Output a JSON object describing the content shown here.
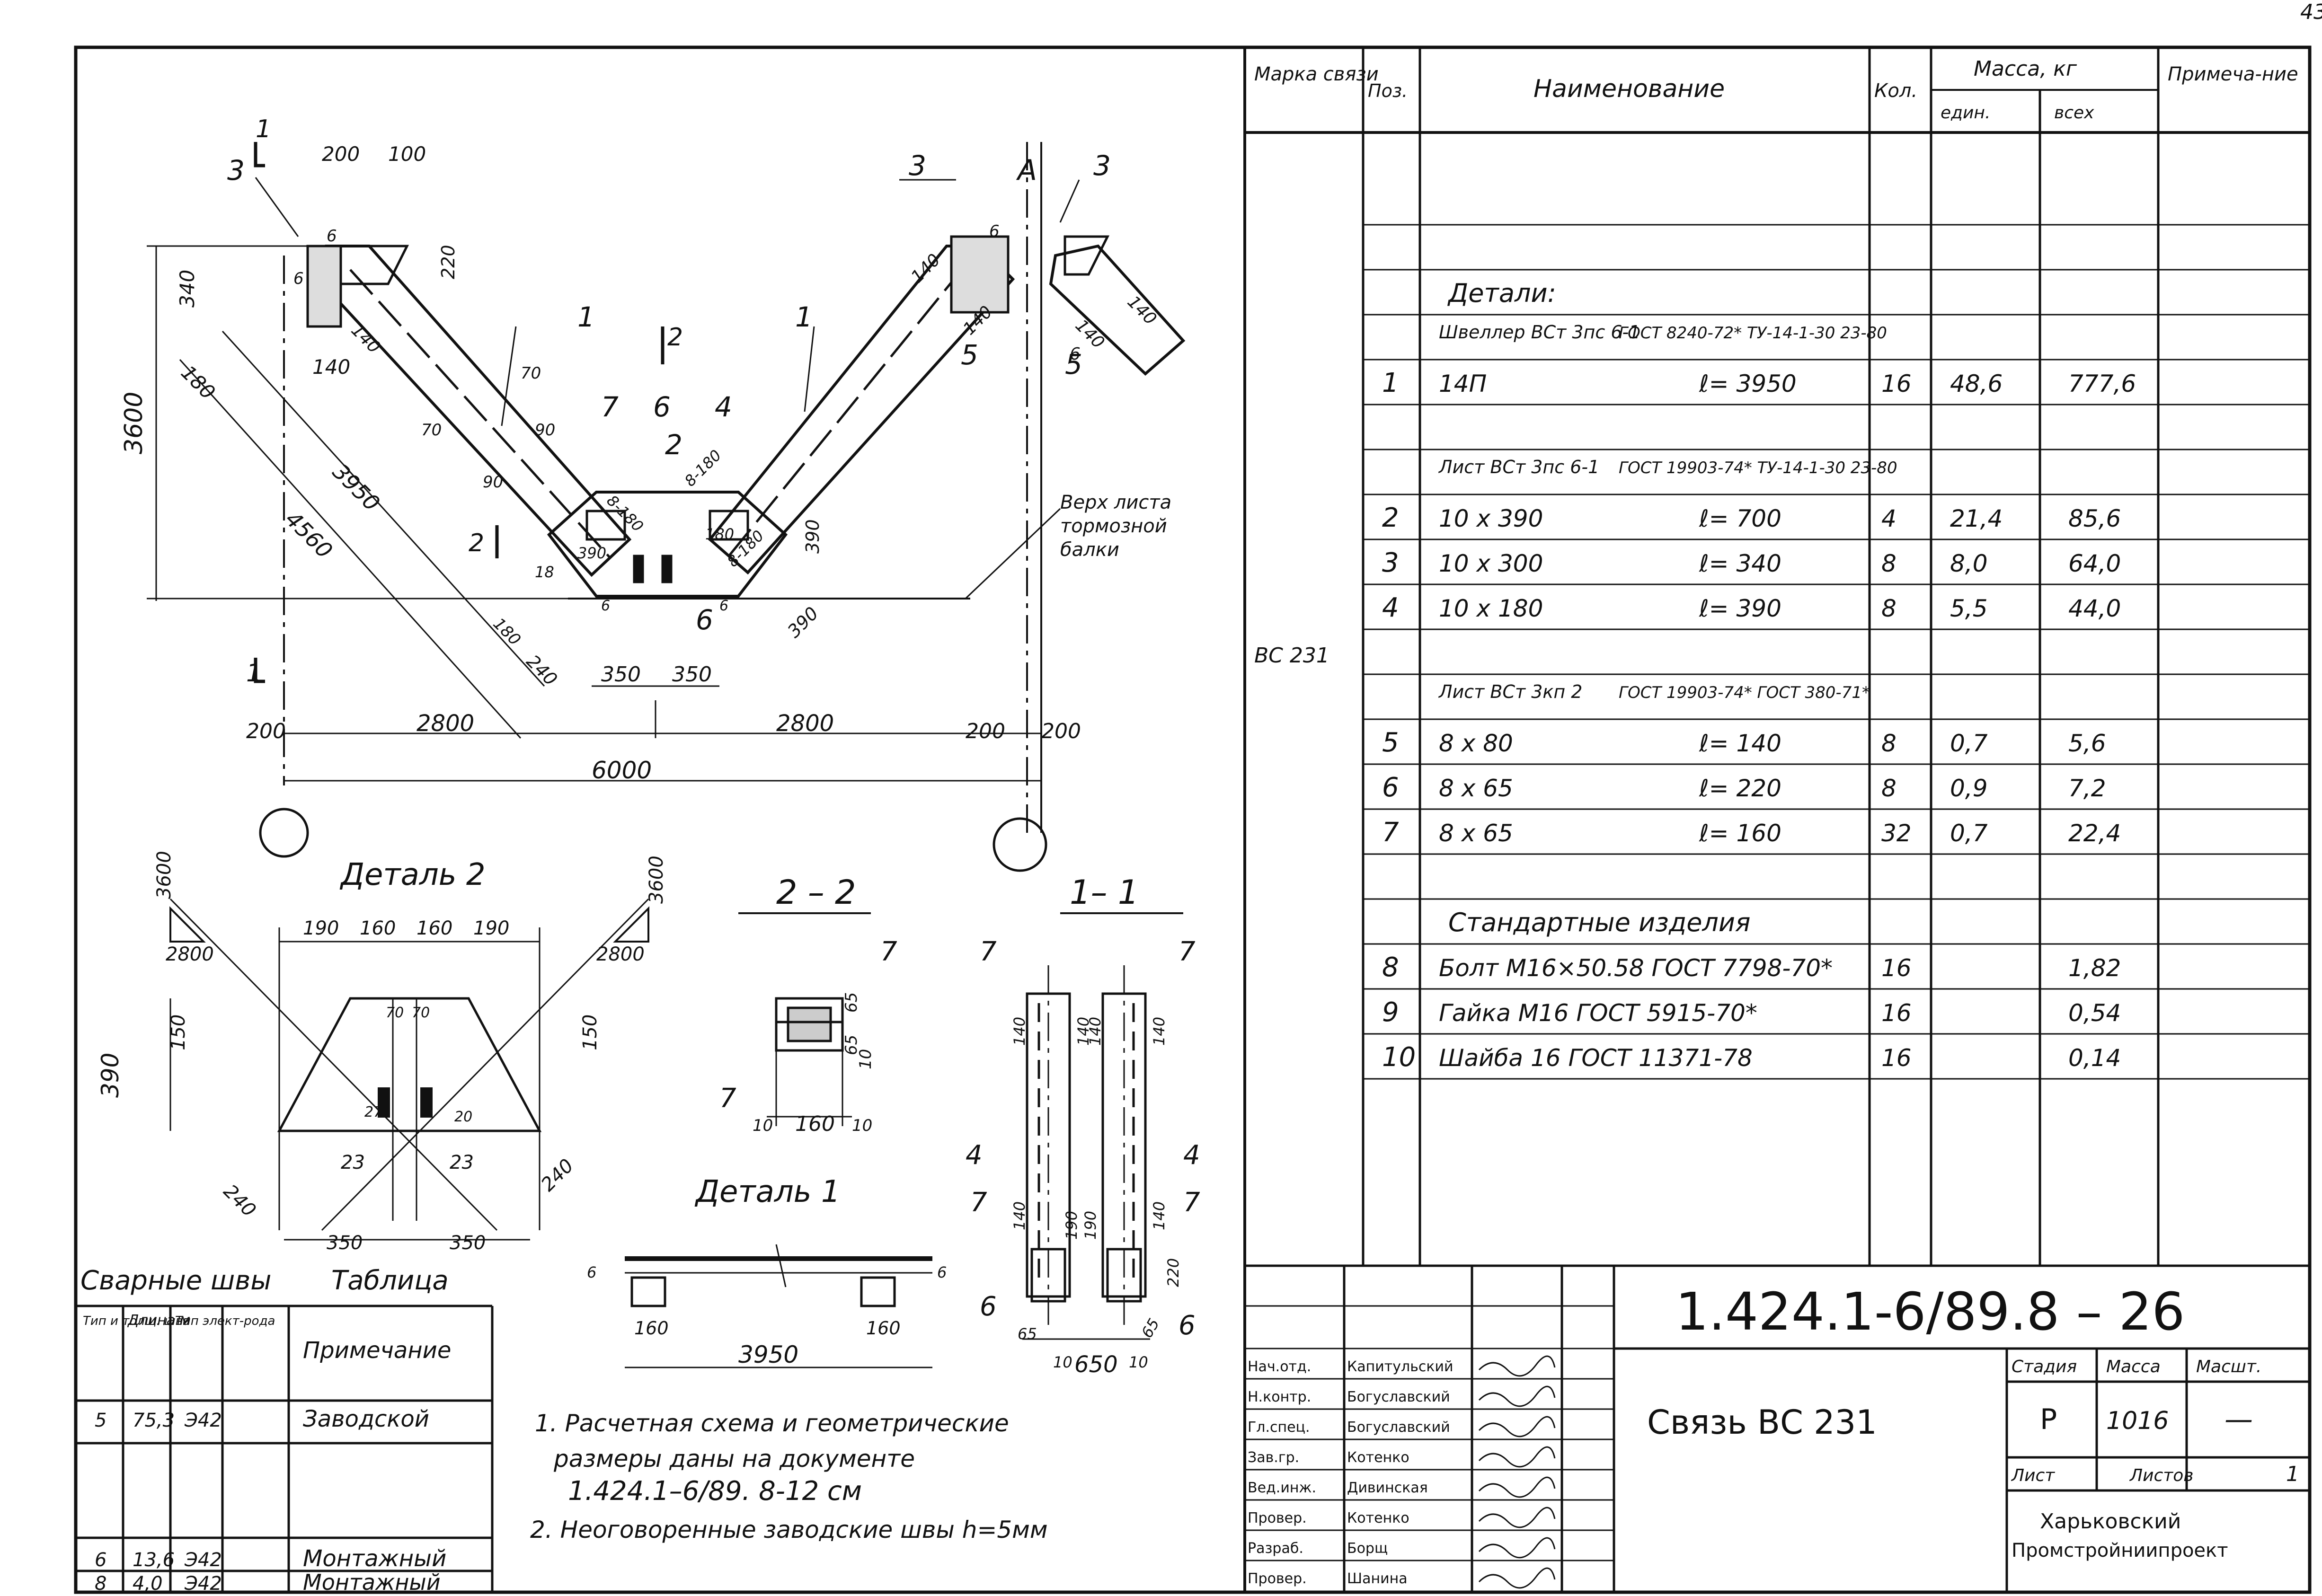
{
  "page_number": "43",
  "drawing": {
    "section_marks": [
      "1",
      "1",
      "2",
      "2",
      "A"
    ],
    "pos_labels": [
      "3",
      "3",
      "3",
      "1",
      "1",
      "2",
      "4",
      "5",
      "5",
      "6",
      "6",
      "7"
    ],
    "dims_top": [
      "200",
      "100",
      "340",
      "220",
      "180",
      "140",
      "140",
      "140",
      "140",
      "140",
      "140",
      "6",
      "6",
      "6",
      "6"
    ],
    "dims_diag": [
      "3600",
      "3950",
      "4560",
      "90",
      "70",
      "70",
      "90",
      "8-180",
      "8-180",
      "8-180",
      "18",
      "390",
      "390",
      "390",
      "240",
      "180",
      "350",
      "350",
      "180",
      "6",
      "6"
    ],
    "dims_bottom": [
      "200",
      "2800",
      "2800",
      "200",
      "200",
      "6000"
    ],
    "note_beam": [
      "Верх листа",
      "тормозной",
      "балки"
    ]
  },
  "detail2": {
    "title": "Деталь 2",
    "dims": [
      "3600",
      "2800",
      "3600",
      "2800",
      "190",
      "160",
      "160",
      "190",
      "150",
      "150",
      "390",
      "70",
      "70",
      "27",
      "20",
      "23",
      "23",
      "240",
      "240",
      "350",
      "350"
    ]
  },
  "section22": {
    "title": "2 – 2",
    "labels": [
      "7",
      "7"
    ],
    "dims": [
      "65",
      "65",
      "10",
      "160",
      "10",
      "10"
    ]
  },
  "section11": {
    "title": "1– 1",
    "labels": [
      "7",
      "7",
      "4",
      "4",
      "7",
      "7",
      "6",
      "6"
    ],
    "dims": [
      "140",
      "140",
      "140",
      "140",
      "140",
      "190",
      "190",
      "140",
      "220",
      "65",
      "65",
      "10",
      "650",
      "10"
    ]
  },
  "detail1": {
    "title": "Деталь 1",
    "dims": [
      "6",
      "6",
      "160",
      "160",
      "3950"
    ]
  },
  "welds": {
    "title": "Сварные швы",
    "table_label": "Таблица",
    "headers": [
      "Тип и толщ. шва",
      "Длина м",
      "Тип элект-рода",
      "Примечание"
    ],
    "rows": [
      {
        "type": "5",
        "length": "75,3",
        "electrode": "Э42",
        "note": "Заводской"
      },
      {
        "type": "6",
        "length": "13,6",
        "electrode": "Э42",
        "note": "Монтажный"
      },
      {
        "type": "8",
        "length": "4,0",
        "electrode": "Э42",
        "note": "Монтажный"
      }
    ]
  },
  "notes": [
    "1. Расчетная схема и геометрические",
    "размеры даны на документе",
    "1.424.1–6/89. 8-12 см",
    "2. Неоговоренные заводские швы h=5мм"
  ],
  "spec": {
    "headers": {
      "mark": "Марка связи",
      "pos": "Поз.",
      "name": "Наименование",
      "qty": "Кол.",
      "mass": "Масса, кг",
      "unit": "един.",
      "total": "всех",
      "note": "Примеча-ние"
    },
    "mark_value": "ВС 231",
    "rows": [
      {
        "pos": "",
        "name": "",
        "qty": "",
        "unit": "",
        "total": ""
      },
      {
        "pos": "",
        "name": "",
        "qty": "",
        "unit": "",
        "total": ""
      },
      {
        "pos": "",
        "name": "Детали:",
        "qty": "",
        "unit": "",
        "total": "",
        "kind": "section"
      },
      {
        "pos": "",
        "name": "Швеллер ВСт 3пс 6-1",
        "gost": "ГОСТ 8240-72* ТУ-14-1-30 23-80",
        "kind": "material"
      },
      {
        "pos": "1",
        "name": "14П",
        "len": "ℓ= 3950",
        "qty": "16",
        "unit": "48,6",
        "total": "777,6"
      },
      {
        "pos": "",
        "name": "",
        "qty": "",
        "unit": "",
        "total": ""
      },
      {
        "pos": "",
        "name": "Лист ВСт 3пс 6-1",
        "gost": "ГОСТ 19903-74* ТУ-14-1-30 23-80",
        "kind": "material"
      },
      {
        "pos": "2",
        "name": "10 х 390",
        "len": "ℓ= 700",
        "qty": "4",
        "unit": "21,4",
        "total": "85,6"
      },
      {
        "pos": "3",
        "name": "10 х 300",
        "len": "ℓ= 340",
        "qty": "8",
        "unit": "8,0",
        "total": "64,0"
      },
      {
        "pos": "4",
        "name": "10 х 180",
        "len": "ℓ= 390",
        "qty": "8",
        "unit": "5,5",
        "total": "44,0"
      },
      {
        "pos": "",
        "name": "",
        "qty": "",
        "unit": "",
        "total": ""
      },
      {
        "pos": "",
        "name": "Лист ВСт 3кп 2",
        "gost": "ГОСТ 19903-74* ГОСТ 380-71*",
        "kind": "material"
      },
      {
        "pos": "5",
        "name": "8 х 80",
        "len": "ℓ= 140",
        "qty": "8",
        "unit": "0,7",
        "total": "5,6"
      },
      {
        "pos": "6",
        "name": "8 х 65",
        "len": "ℓ= 220",
        "qty": "8",
        "unit": "0,9",
        "total": "7,2"
      },
      {
        "pos": "7",
        "name": "8 х 65",
        "len": "ℓ= 160",
        "qty": "32",
        "unit": "0,7",
        "total": "22,4"
      },
      {
        "pos": "",
        "name": "",
        "qty": "",
        "unit": "",
        "total": ""
      },
      {
        "pos": "",
        "name": "Стандартные изделия",
        "kind": "section"
      },
      {
        "pos": "8",
        "name": "Болт М16×50.58 ГОСТ 7798-70*",
        "qty": "16",
        "unit": "",
        "total": "1,82"
      },
      {
        "pos": "9",
        "name": "Гайка М16 ГОСТ 5915-70*",
        "qty": "16",
        "unit": "",
        "total": "0,54"
      },
      {
        "pos": "10",
        "name": "Шайба 16 ГОСТ 11371-78",
        "qty": "16",
        "unit": "",
        "total": "0,14"
      }
    ]
  },
  "title_block": {
    "doc_code": "1.424.1-6/89.8 – 26",
    "title": "Связь ВС 231",
    "stage_label": "Стадия",
    "mass_label": "Масса",
    "scale_label": "Масшт.",
    "stage": "Р",
    "mass": "1016",
    "scale": "—",
    "sheet_label": "Лист",
    "sheets_label": "Листов",
    "sheets": "1",
    "org_line1": "Харьковский",
    "org_line2": "Промстройниипроект",
    "signers": [
      {
        "role": "Нач.отд.",
        "name": "Капитульский"
      },
      {
        "role": "Н.контр.",
        "name": "Богуславский"
      },
      {
        "role": "Гл.спец.",
        "name": "Богуславский"
      },
      {
        "role": "Зав.гр.",
        "name": "Котенко"
      },
      {
        "role": "Вед.инж.",
        "name": "Дивинская"
      },
      {
        "role": "Провер.",
        "name": "Котенко"
      },
      {
        "role": "Разраб.",
        "name": "Борщ"
      },
      {
        "role": "Провер.",
        "name": "Шанина"
      }
    ]
  }
}
